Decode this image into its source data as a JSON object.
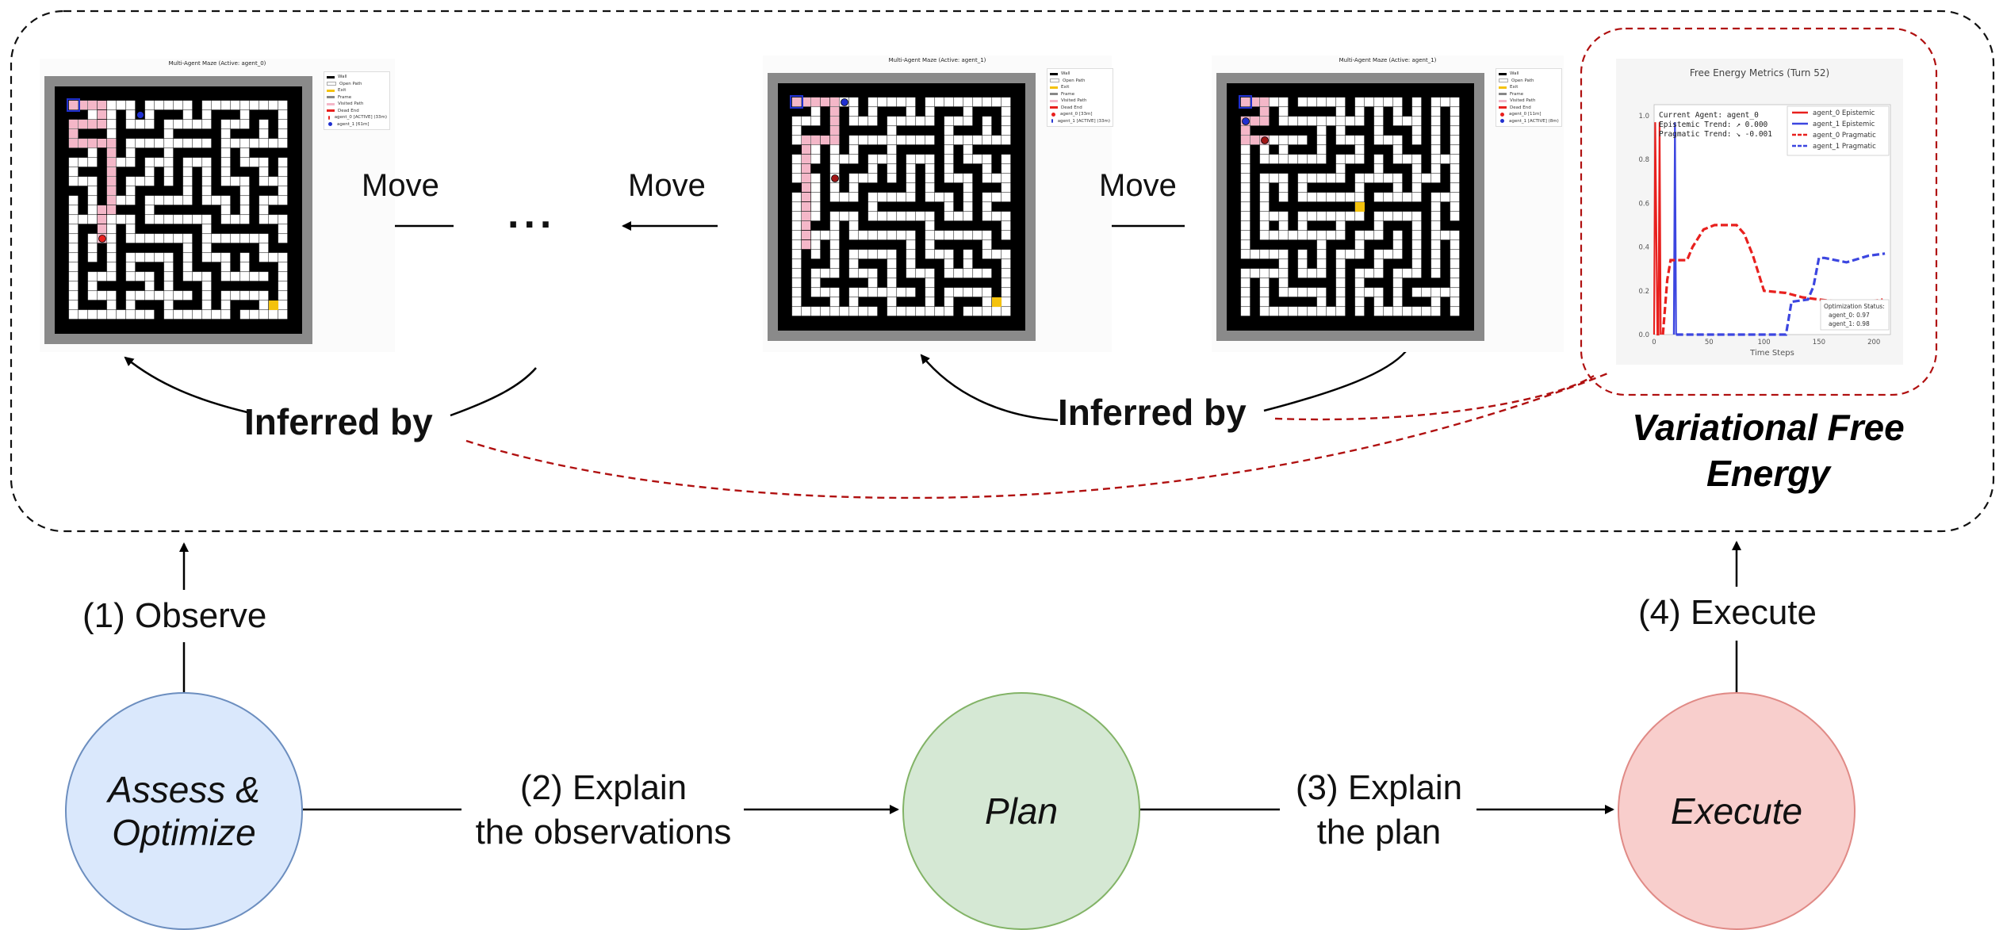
{
  "mazes": [
    {
      "title": "Multi-Agent Maze (Active: agent_0)",
      "legend": [
        "Wall",
        "Open Path",
        "Exit",
        "Frame",
        "Visited Path",
        "Dead End",
        "agent_0 [ACTIVE] (33m)",
        "agent_1 [61m]"
      ]
    },
    {
      "title": "Multi-Agent Maze (Active: agent_1)",
      "legend": [
        "Wall",
        "Open Path",
        "Exit",
        "Frame",
        "Visited Path",
        "Dead End",
        "agent_0 [33m]",
        "agent_1 [ACTIVE] (33m)"
      ]
    },
    {
      "title": "Multi-Agent Maze (Active: agent_1)",
      "legend": [
        "Wall",
        "Open Path",
        "Exit",
        "Frame",
        "Visited Path",
        "Dead End",
        "agent_0 [11m]",
        "agent_1 [ACTIVE] (8m)"
      ]
    }
  ],
  "transitions": {
    "move": "Move",
    "ellipsis": "...",
    "inferred_by": "Inferred by"
  },
  "vfe_label": {
    "line1": "Variational Free",
    "line2": "Energy"
  },
  "chart_data": {
    "type": "line",
    "title": "Free Energy Metrics (Turn 52)",
    "xlabel": "Time Steps",
    "ylabel": "",
    "xlim": [
      0,
      215
    ],
    "ylim": [
      0,
      1.05
    ],
    "x_ticks": [
      0,
      50,
      100,
      150,
      200
    ],
    "y_ticks": [
      0.0,
      0.2,
      0.4,
      0.6,
      0.8,
      1.0
    ],
    "annotations": [
      "Current Agent: agent_0",
      "Epistemic Trend: ↗ 0.000",
      "Pragmatic Trend: ↘ -0.001"
    ],
    "status_box": [
      "Optimization Status:",
      "agent_0: 0.97",
      "agent_1: 0.98"
    ],
    "legend_position": "top-right",
    "series": [
      {
        "name": "agent_0 Epistemic",
        "color": "#e8201e",
        "style": "solid",
        "points": [
          [
            0,
            0
          ],
          [
            1,
            0.97
          ],
          [
            3,
            0
          ],
          [
            4,
            0
          ],
          [
            5,
            0.97
          ],
          [
            6,
            0
          ]
        ]
      },
      {
        "name": "agent_1 Epistemic",
        "color": "#3c46e0",
        "style": "solid",
        "points": [
          [
            18,
            0
          ],
          [
            19,
            0.97
          ],
          [
            20,
            0
          ]
        ]
      },
      {
        "name": "agent_0 Pragmatic",
        "color": "#e8201e",
        "style": "dashed",
        "points": [
          [
            8,
            0
          ],
          [
            12,
            0.25
          ],
          [
            15,
            0.34
          ],
          [
            30,
            0.34
          ],
          [
            35,
            0.4
          ],
          [
            45,
            0.48
          ],
          [
            55,
            0.5
          ],
          [
            75,
            0.5
          ],
          [
            82,
            0.46
          ],
          [
            90,
            0.36
          ],
          [
            100,
            0.2
          ],
          [
            120,
            0.19
          ],
          [
            135,
            0.17
          ],
          [
            150,
            0.16
          ],
          [
            170,
            0.15
          ],
          [
            195,
            0.15
          ],
          [
            208,
            0.16
          ]
        ]
      },
      {
        "name": "agent_1 Pragmatic",
        "color": "#3c46e0",
        "style": "dashed",
        "points": [
          [
            20,
            0
          ],
          [
            120,
            0
          ],
          [
            125,
            0.15
          ],
          [
            140,
            0.16
          ],
          [
            145,
            0.22
          ],
          [
            150,
            0.35
          ],
          [
            155,
            0.35
          ],
          [
            175,
            0.33
          ],
          [
            195,
            0.36
          ],
          [
            210,
            0.37
          ]
        ]
      }
    ]
  },
  "steps": {
    "observe": "(1) Observe",
    "explain_obs_1": "(2) Explain",
    "explain_obs_2": "the observations",
    "explain_plan_1": "(3) Explain",
    "explain_plan_2": "the plan",
    "execute": "(4) Execute"
  },
  "nodes": {
    "assess_1": "Assess &",
    "assess_2": "Optimize",
    "plan": "Plan",
    "execute": "Execute"
  },
  "colors": {
    "assess_fill": "#dae8fc",
    "assess_stroke": "#6c8ebf",
    "plan_fill": "#d5e8d4",
    "plan_stroke": "#82b366",
    "execute_fill": "#f8cecc",
    "execute_stroke": "#e08a86",
    "dashed_red": "#b01010",
    "visited": "#f4b7c8",
    "exit": "#f4c20d"
  }
}
